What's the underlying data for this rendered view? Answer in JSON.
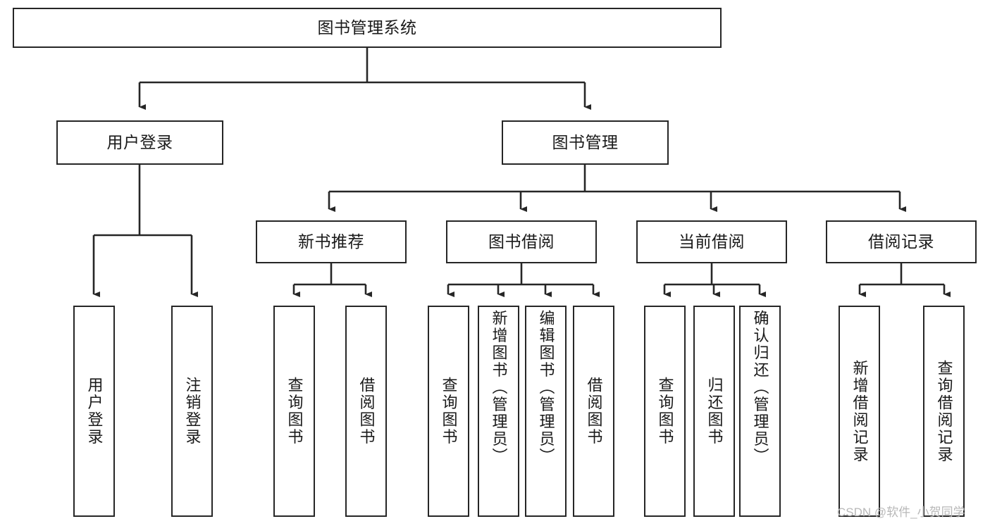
{
  "diagram": {
    "title": "图书管理系统",
    "type": "hierarchy-tree",
    "watermark": "CSDN @软件_小贺同学",
    "colors": {
      "border": "#262626",
      "background": "#ffffff",
      "text": "#1a1a1a",
      "watermark": "#b8b8b8"
    },
    "root": {
      "id": "root",
      "label": "图书管理系统"
    },
    "level2": [
      {
        "id": "user-login",
        "label": "用户登录"
      },
      {
        "id": "book-manage",
        "label": "图书管理"
      }
    ],
    "level3": [
      {
        "id": "new-book-recommend",
        "label": "新书推荐"
      },
      {
        "id": "book-borrow",
        "label": "图书借阅"
      },
      {
        "id": "current-borrow",
        "label": "当前借阅"
      },
      {
        "id": "borrow-record",
        "label": "借阅记录"
      }
    ],
    "leaves": {
      "user_login": [
        {
          "id": "leaf-user-login",
          "label": "用户登录"
        },
        {
          "id": "leaf-user-logout",
          "label": "注销登录"
        }
      ],
      "new_book_recommend": [
        {
          "id": "leaf-query-book-1",
          "label": "查询图书"
        },
        {
          "id": "leaf-borrow-book-1",
          "label": "借阅图书"
        }
      ],
      "book_borrow": [
        {
          "id": "leaf-query-book-2",
          "label": "查询图书"
        },
        {
          "id": "leaf-add-book",
          "label": "新增图书（管理员）"
        },
        {
          "id": "leaf-edit-book",
          "label": "编辑图书（管理员）"
        },
        {
          "id": "leaf-borrow-book-2",
          "label": "借阅图书"
        }
      ],
      "current_borrow": [
        {
          "id": "leaf-query-book-3",
          "label": "查询图书"
        },
        {
          "id": "leaf-return-book",
          "label": "归还图书"
        },
        {
          "id": "leaf-confirm-return",
          "label": "确认归还（管理员）"
        }
      ],
      "borrow_record": [
        {
          "id": "leaf-add-record",
          "label": "新增借阅记录"
        },
        {
          "id": "leaf-query-record",
          "label": "查询借阅记录"
        }
      ]
    }
  }
}
